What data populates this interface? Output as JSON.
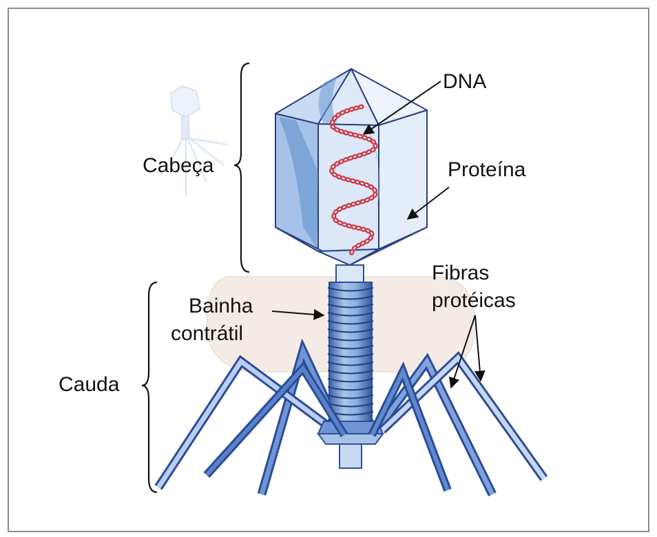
{
  "labels": {
    "dna": "DNA",
    "cabeca": "Cabeça",
    "proteina": "Proteína",
    "fibras_line1": "Fibras",
    "fibras_line2": "protéicas",
    "bainha_line1": "Bainha",
    "bainha_line2": "contrátil",
    "cauda": "Cauda"
  },
  "colors": {
    "frame": "#8a8a8a",
    "capsid_light": "#d6e4f4",
    "capsid_mid": "#a9c4e6",
    "capsid_dark": "#5c8fcb",
    "capsid_edge": "#2a3f80",
    "dna": "#c8404e",
    "sheath": "#7aa3d8",
    "sheath_dark": "#2e4f95",
    "fiber": "#3f66b3",
    "fiber_light": "#c7d9f1",
    "cell_blob": "#f5ebe6",
    "text": "#111111"
  },
  "icons": [
    "bacteriophage-illustration",
    "small-phage-icon",
    "brace-icon",
    "arrow-icon"
  ]
}
